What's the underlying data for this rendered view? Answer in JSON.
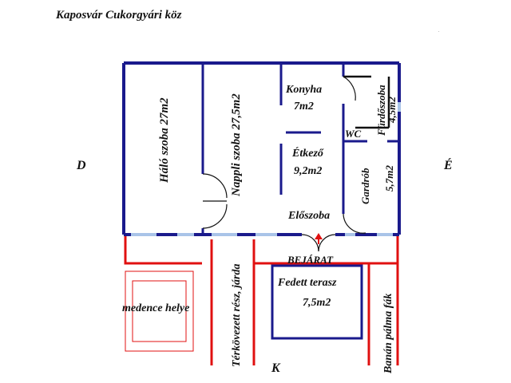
{
  "title": "Kaposvár Cukorgyári köz",
  "compass": {
    "west": "D",
    "east": "É",
    "south": "K"
  },
  "rooms": {
    "halo": "Háló szoba 27m2",
    "nappali": "Nappli szoba 27,5m2",
    "konyha": "Konyha",
    "konyha_area": "7m2",
    "etkezo": "Étkező",
    "etkezo_area": "9,2m2",
    "eloszoba": "Előszoba",
    "wc": "WC",
    "furdo": "Fürdőszoba",
    "furdo_area": "4,5m2",
    "gardrob": "Gardrób",
    "gardrob_area": "5,7m2"
  },
  "outdoor": {
    "bejarat": "BEJÁRAT",
    "terasz": "Fedett terasz",
    "terasz_area": "7,5m2",
    "medence": "medence helye",
    "jarda": "Térkövezett rész, járda",
    "palma": "Banán pálma fák"
  },
  "colors": {
    "wall": "#1a1a8c",
    "window": "#a9c4e8",
    "outline": "#e01010",
    "interior": "#111111",
    "arrow": "#e01010"
  }
}
